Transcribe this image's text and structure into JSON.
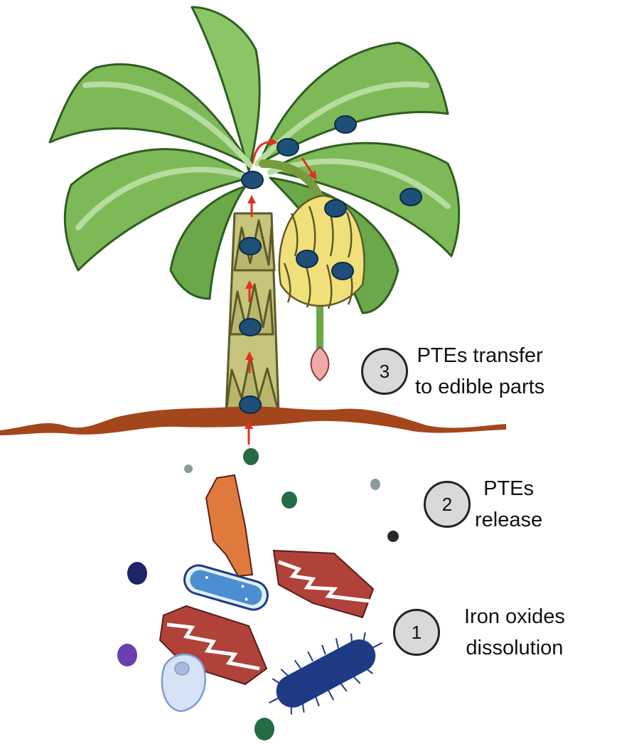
{
  "steps": [
    {
      "number": "1",
      "line1": "Iron oxides",
      "line2": "dissolution"
    },
    {
      "number": "2",
      "line1": "PTEs",
      "line2": "release"
    },
    {
      "number": "3",
      "line1": "PTEs transfer",
      "line2": "to edible parts"
    }
  ],
  "colors": {
    "leaf": "#7dba57",
    "leaf_light": "#b7dca0",
    "leaf_dark": "#2f5e20",
    "trunk": "#b9b66c",
    "trunk_dark": "#5d5a2a",
    "banana": "#f1e07a",
    "soil": "#a4461c",
    "pte_particle": "#1e4f79",
    "arrow": "#e0321e",
    "iron_oxide": "#b0423a",
    "bacterium_blue": "#4b8fd0",
    "bacterium_navy": "#1e3a85"
  },
  "icons": [
    "banana-tree-icon",
    "banana-bunch-icon",
    "banana-flower-icon",
    "bacterium-icon",
    "iron-oxide-crystal-icon",
    "cell-icon"
  ]
}
